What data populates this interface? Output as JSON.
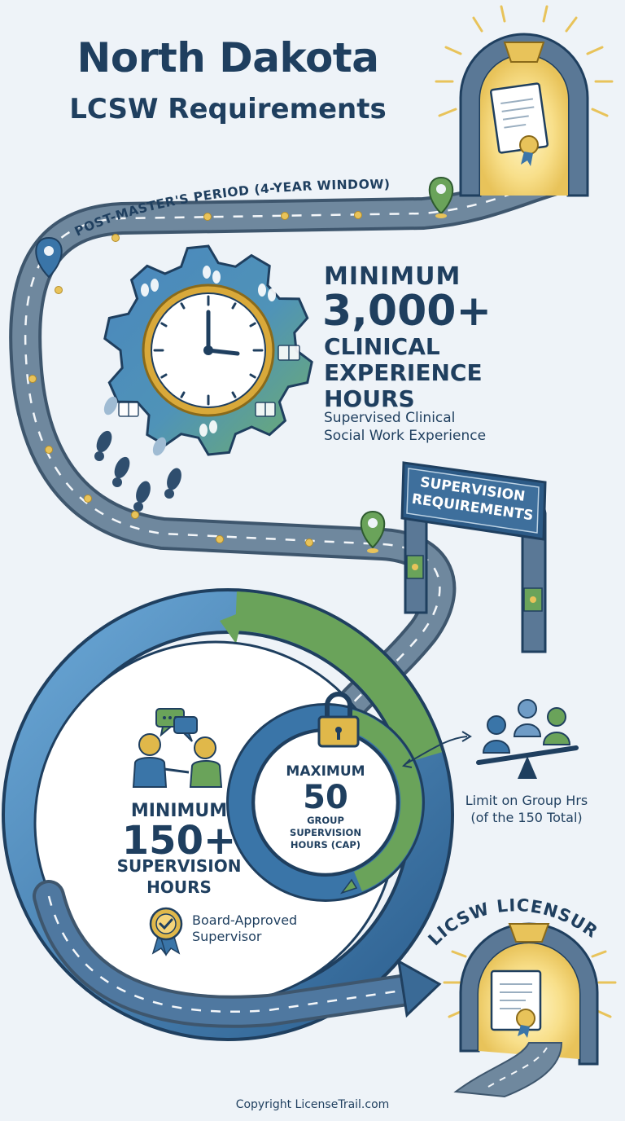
{
  "title": {
    "line1": "North Dakota",
    "line2": "LCSW Requirements"
  },
  "road": {
    "period_label": "POST-MASTER'S PERIOD (4-YEAR WINDOW)"
  },
  "clinical_hours": {
    "qualifier": "MINIMUM",
    "value": "3,000+",
    "label_lines": [
      "CLINICAL",
      "EXPERIENCE",
      "HOURS"
    ],
    "description_lines": [
      "Supervised Clinical",
      "Social Work Experience"
    ]
  },
  "supervision_sign": {
    "line1": "SUPERVISION",
    "line2": "REQUIREMENTS"
  },
  "supervision_hours": {
    "qualifier": "MINIMUM",
    "value": "150+",
    "label_lines": [
      "SUPERVISION",
      "HOURS"
    ],
    "badge_lines": [
      "Board-Approved",
      "Supervisor"
    ]
  },
  "group_cap": {
    "qualifier": "MAXIMUM",
    "value": "50",
    "label_lines": [
      "GROUP",
      "SUPERVISION",
      "HOURS (CAP)"
    ]
  },
  "group_note": {
    "lines": [
      "Limit on Group Hrs",
      "(of the 150 Total)"
    ]
  },
  "licensure": {
    "label": "LICSW LICENSURE"
  },
  "footer": {
    "copyright": "Copyright LicenseTrail.com"
  },
  "icons": [
    "certificate-icon",
    "map-pin-icon",
    "clock-gear-icon",
    "footprints-icon",
    "book-icon",
    "padlock-icon",
    "people-talking-icon",
    "chat-bubble-icon",
    "award-badge-icon",
    "balance-scale-icon",
    "group-people-icon",
    "arrow-icon"
  ],
  "colors": {
    "navy": "#1f3f5f",
    "blue": "#3a75a8",
    "green": "#6aa35a",
    "gold": "#e0b84a",
    "road": "#5a7389",
    "background": "#eef3f8"
  }
}
